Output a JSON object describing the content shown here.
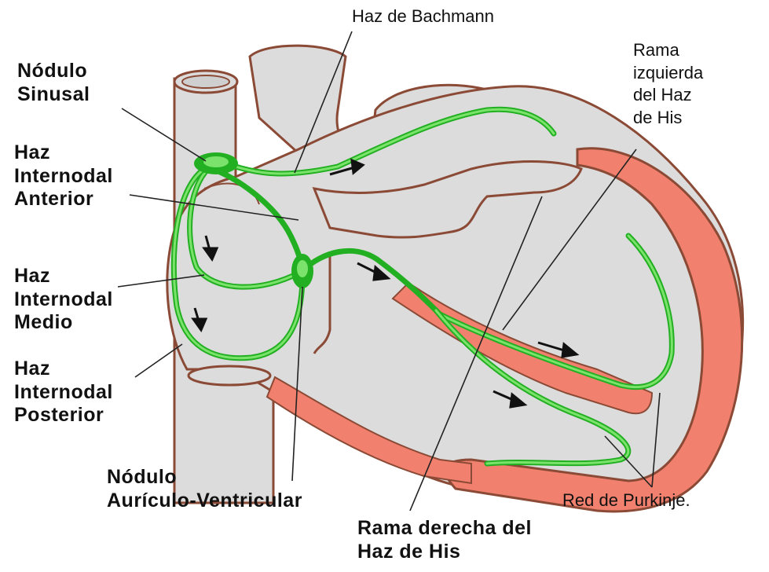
{
  "colors": {
    "outline": "#8b4a36",
    "tissue": "#dcdcdc",
    "muscle": "#f1806e",
    "conduction": "#22b022",
    "conduction_light": "#7be36b",
    "leader": "#222222"
  },
  "labels": {
    "haz_bachmann": "Haz de Bachmann",
    "rama_izquierda": "Rama\nizquierda\ndel Haz\nde His",
    "nodulo_sinusal": "Nódulo\nSinusal",
    "internodal_anterior": "Haz\nInternodal\nAnterior",
    "internodal_medio": "Haz\nInternodal\nMedio",
    "internodal_posterior": "Haz\nInternodal\nPosterior",
    "nodulo_av": "Nódulo\nAurículo-Ventricular",
    "red_purkinje": "Red de Purkinje.",
    "rama_derecha": "Rama derecha del\nHaz de His"
  },
  "icons": {
    "arrow": "conduction-direction-arrow"
  }
}
